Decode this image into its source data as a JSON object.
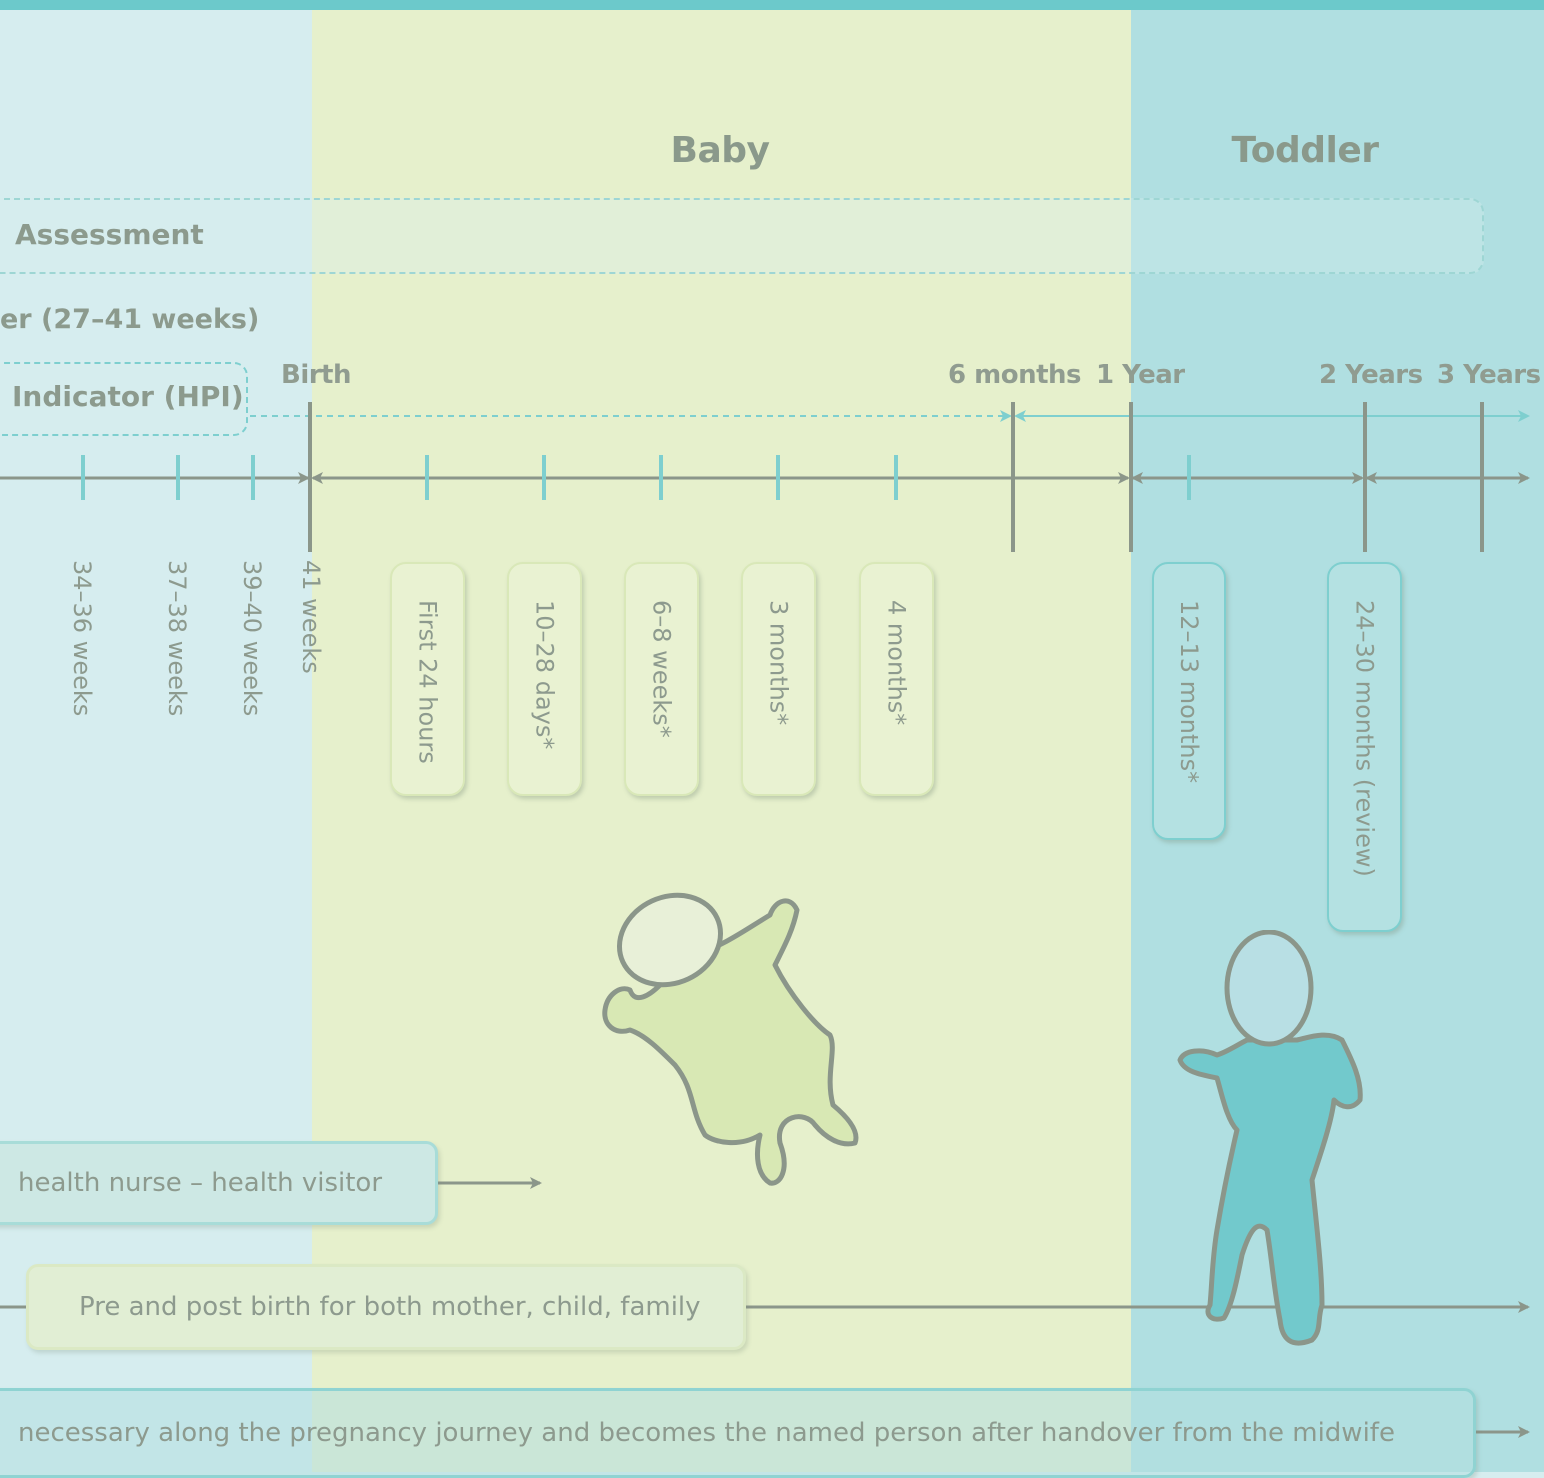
{
  "stages": {
    "baby": "Baby",
    "toddler": "Toddler"
  },
  "assessment_label": "Assessment",
  "trimester_label": "er (27–41 weeks)",
  "hpi_label": "Indicator (HPI)",
  "milestones": {
    "birth": "Birth",
    "six_months": "6 months",
    "one_year": "1 Year",
    "two_years": "2 Years",
    "three_years": "3 Years"
  },
  "prenatal_weeks": [
    "34–36 weeks",
    "37–38 weeks",
    "39–40 weeks",
    "41 weeks"
  ],
  "baby_checks": [
    "First 24 hours",
    "10–28 days*",
    "6–8 weeks*",
    "3 months*",
    "4 months*"
  ],
  "toddler_checks": [
    "12–13 months*",
    "24–30 months (review)"
  ],
  "bars": {
    "health_visitor": "health nurse – health visitor",
    "support": "Pre and post birth for both mother, child, family",
    "named_person": "necessary along the pregnancy journey and becomes the named person after handover from the midwife"
  },
  "colors": {
    "pregnancy_band": "#d6edef",
    "baby_band": "#e6f0cc",
    "toddler_band": "#b0dfe1",
    "top_bar": "#6cc9cb",
    "accent_teal": "#7ecfcf",
    "line_gray": "#8b968a",
    "text_gray": "#8d9a8e"
  },
  "illustrations": [
    "baby-figure",
    "toddler-figure"
  ]
}
